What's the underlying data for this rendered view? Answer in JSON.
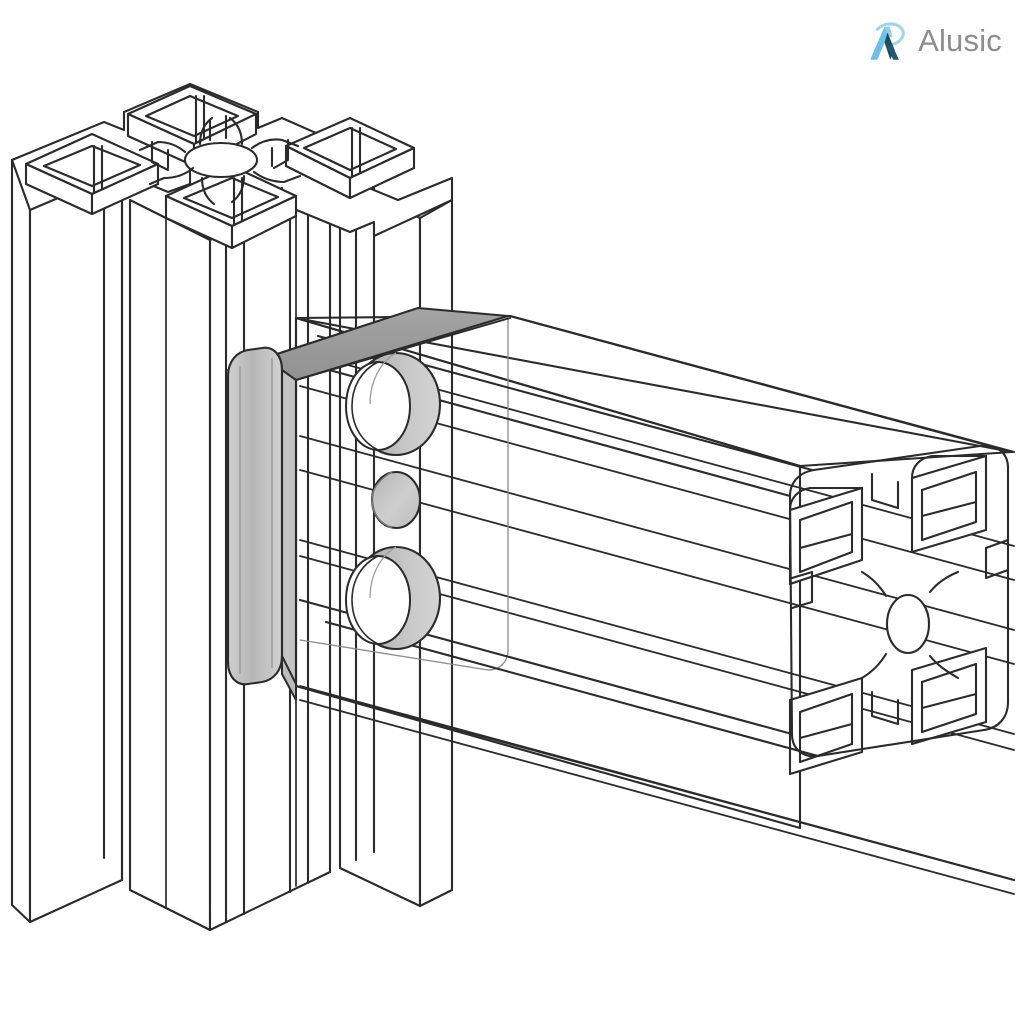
{
  "document": {
    "kind": "technical-line-drawing",
    "subject": "Aluminium T-slot extrusion corner joint assembly",
    "background_color": "#ffffff",
    "line_color": "#2b2b2b",
    "view": "isometric"
  },
  "brand": {
    "name": "Alusic",
    "mark_name": "alusic-a-logo-icon",
    "text_color": "#8d8d8d",
    "mark_light_blue": "#6cc0e8",
    "mark_mid_blue": "#8ecdf0",
    "mark_dark_navy": "#1d4d63",
    "mark_arc_blue": "#9ed3f2"
  },
  "parts": {
    "vertical_post": {
      "label": "Vertical T-slot column profile",
      "chambers": 4,
      "central_bore": true,
      "slot_count": 4,
      "outline_color": "#2b2b2b",
      "face_color": "#ffffff"
    },
    "horizontal_beam": {
      "label": "Horizontal T-slot beam profile",
      "rendering": "semi-transparent wireframe",
      "chambers": 4,
      "central_bore": true,
      "groove_lines": 8,
      "outline_color": "#2b2b2b"
    },
    "bracket": {
      "label": "Shaded end plate / connector face",
      "face_color": "#c4c4c4",
      "top_band_color": "#9b9b9b",
      "edge_color": "#b8b8b8",
      "holes": [
        {
          "name": "upper-counterbore-hole",
          "size": "large"
        },
        {
          "name": "middle-pilot-hole",
          "size": "small"
        },
        {
          "name": "lower-counterbore-hole",
          "size": "large"
        }
      ],
      "hole_fill": "#c9c9c9",
      "hole_shadow": "#a9a9a9"
    }
  }
}
